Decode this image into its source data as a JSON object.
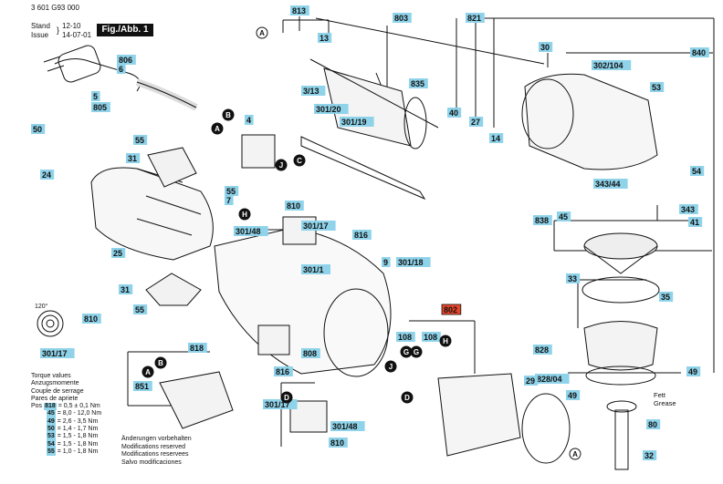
{
  "header": {
    "doc_number": "3 601 G93 000",
    "stand_label": "Stand",
    "issue_label": "Issue",
    "stand_value": "12-10",
    "issue_value": "14-07-01",
    "figure_label": "Fig./Abb. 1"
  },
  "colors": {
    "label_bg": "#8fd3ea",
    "highlight_bg": "#e8472c",
    "line": "#111111",
    "marker_bg": "#111111"
  },
  "legend": {
    "title_lines": [
      "Torque values",
      "Anzugsmomente",
      "Couple de serrage",
      "Pares de apriete"
    ],
    "rows": [
      {
        "pos": "818",
        "value": "0,5 ± 0,1 Nm"
      },
      {
        "pos": "45",
        "value": "8,0 - 12,0 Nm"
      },
      {
        "pos": "49",
        "value": "2,6 - 3,5 Nm"
      },
      {
        "pos": "50",
        "value": "1,4 - 1,7 Nm"
      },
      {
        "pos": "53",
        "value": "1,5 - 1,8 Nm"
      },
      {
        "pos": "54",
        "value": "1,5 - 1,8 Nm"
      },
      {
        "pos": "55",
        "value": "1,0 - 1,8 Nm"
      }
    ],
    "pos_word": "Pos"
  },
  "modifications": [
    "Änderungen vorbehalten",
    "Modifications reserved",
    "Modifications reservees",
    "Salvo modificaciones"
  ],
  "grease_note": [
    "Fett",
    "Grease"
  ],
  "angle_note": "120°",
  "part_labels": [
    "813",
    "803",
    "821",
    "840",
    "806",
    "6",
    "5",
    "805",
    "13",
    "835",
    "3/13",
    "30",
    "302/104",
    "53",
    "40",
    "27",
    "14",
    "301/20",
    "301/19",
    "4",
    "50",
    "55",
    "31",
    "24",
    "343/44",
    "54",
    "55",
    "7",
    "810",
    "301/48",
    "816",
    "301/17",
    "45",
    "838",
    "343",
    "41",
    "25",
    "9",
    "301/18",
    "301/1",
    "33",
    "35",
    "31",
    "55",
    "810",
    "301/17",
    "802",
    "108",
    "108",
    "828",
    "818",
    "808",
    "851",
    "828/04",
    "49",
    "29",
    "816",
    "301/17",
    "301/48",
    "810",
    "49",
    "80",
    "32"
  ],
  "markers": [
    "A",
    "B",
    "A",
    "C",
    "J",
    "G",
    "H",
    "G",
    "H",
    "J",
    "D",
    "B",
    "A",
    "D",
    "A"
  ]
}
